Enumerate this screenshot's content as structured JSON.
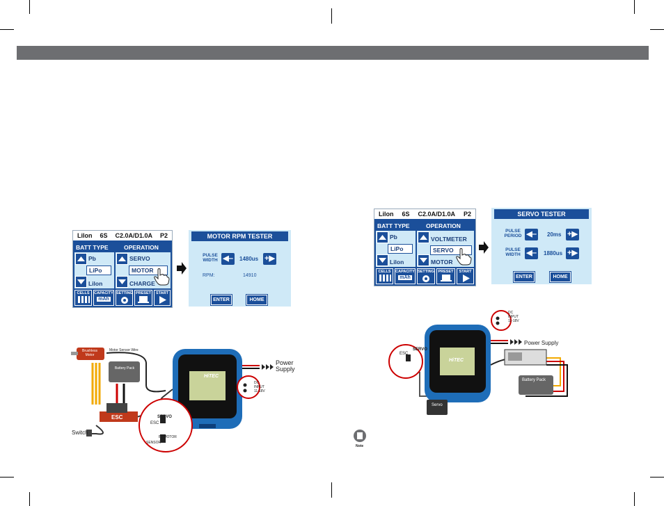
{
  "left_lcd": {
    "status": {
      "batt": "Lilon",
      "cells": "6S",
      "current": "C2.0A/D1.0A",
      "page": "P2"
    },
    "batt_type_label": "BATT TYPE",
    "operation_label": "OPERATION",
    "batt_items": [
      "Pb",
      "LiPo",
      "Lilon"
    ],
    "op_items": [
      "SERVO",
      "MOTOR",
      "CHARGE"
    ],
    "bottom": [
      "CELLS",
      "CAPACITY",
      "SETTING",
      "PRESET",
      "START"
    ],
    "capacity_unit": "mAh"
  },
  "motor_panel": {
    "title": "MOTOR RPM TESTER",
    "pulse_label_1": "PULSE",
    "pulse_label_2": "WIDTH",
    "pulse_value": "1480us",
    "rpm_label": "RPM:",
    "rpm_value": "14910",
    "enter": "ENTER",
    "home": "HOME"
  },
  "right_lcd": {
    "status": {
      "batt": "Lilon",
      "cells": "6S",
      "current": "C2.0A/D1.0A",
      "page": "P2"
    },
    "batt_type_label": "BATT TYPE",
    "operation_label": "OPERATION",
    "batt_items": [
      "Pb",
      "LiPo",
      "Lilon"
    ],
    "op_items": [
      "VOLTMETER",
      "SERVO",
      "MOTOR"
    ],
    "bottom": [
      "CELLS",
      "CAPACITY",
      "SETTING",
      "PRESET",
      "START"
    ],
    "capacity_unit": "mAh"
  },
  "servo_panel": {
    "title": "SERVO TESTER",
    "period_label_1": "PULSE",
    "period_label_2": "PERIOD",
    "period_value": "20ms",
    "width_label_1": "PULSE",
    "width_label_2": "WIDTH",
    "width_value": "1880us",
    "enter": "ENTER",
    "home": "HOME"
  },
  "left_diagram": {
    "motor_label": "Brushless Motor",
    "sensor_wire": "Motor Sensor Wire",
    "battery": "Battery Pack",
    "esc": "ESC",
    "switch": "Switch",
    "power_supply_1": "Power",
    "power_supply_2": "Supply",
    "dc_input": "DC INPUT 11-18V",
    "servo_port": "SERVO",
    "esc_port": "ESC",
    "motor_port": "BL MOTOR",
    "sensor_port": "SENSOR",
    "brand": "HiTEC"
  },
  "right_diagram": {
    "power_supply": "Power Supply",
    "dc_input": "DC INPUT 11-18V",
    "servo_port": "SERVO",
    "esc_port": "ESC",
    "battery": "Battery Pack",
    "servo": "Servo",
    "brand": "HiTEC",
    "note": "Note"
  },
  "colors": {
    "accent": "#1b4f9a",
    "screen": "#cfe9f7",
    "header": "#6d6e71"
  }
}
